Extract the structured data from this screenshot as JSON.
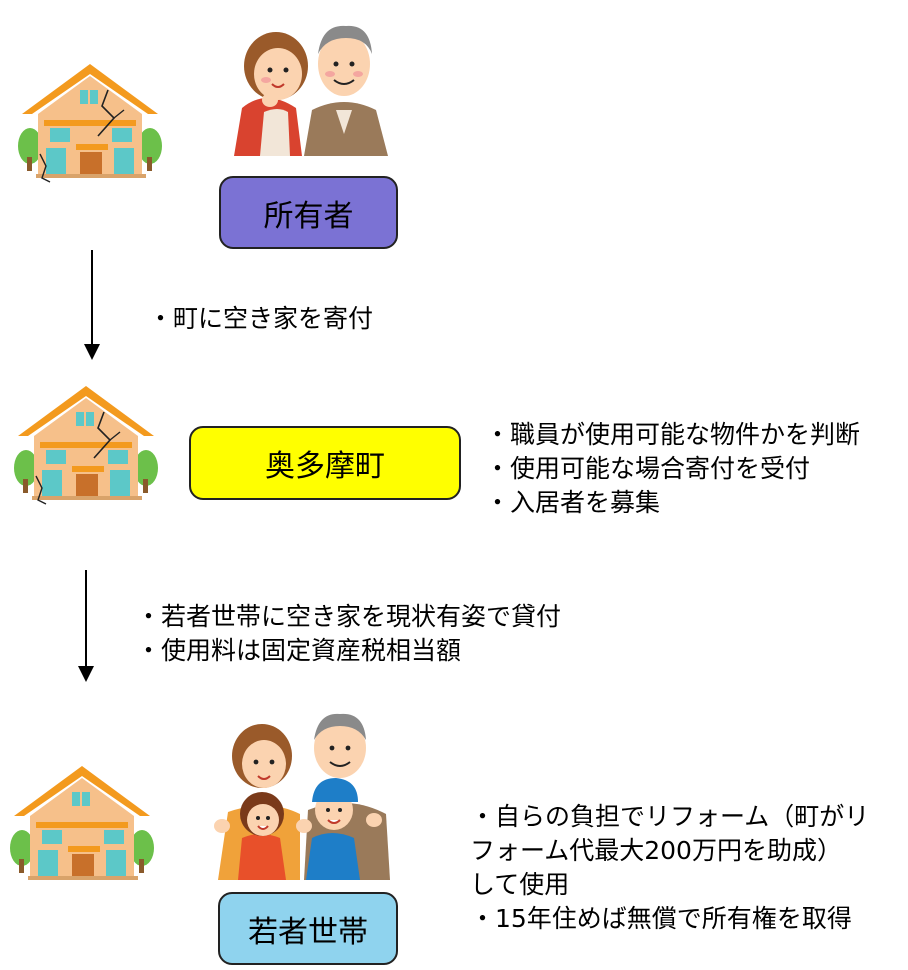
{
  "stages": [
    {
      "box_label": "所有者",
      "box_color": "#7b72d4"
    },
    {
      "box_label": "奥多摩町",
      "box_color": "#ffff00"
    },
    {
      "box_label": "若者世帯",
      "box_color": "#8fd3ee"
    }
  ],
  "transitions": [
    {
      "lines": [
        "・町に空き家を寄付"
      ]
    },
    {
      "lines": [
        "・若者世帯に空き家を現状有姿で貸付",
        "・使用料は固定資産税相当額"
      ]
    }
  ],
  "notes": {
    "town": [
      "・職員が使用可能な物件かを判断",
      "・使用可能な場合寄付を受付",
      "・入居者を募集"
    ],
    "household": [
      "・自らの負担でリフォーム（町がリ",
      "フォーム代最大200万円を助成）",
      "して使用",
      "・15年住めば無償で所有権を取得"
    ]
  },
  "icons": [
    "house-icon",
    "elderly-couple-icon",
    "family-icon",
    "arrow-down-icon"
  ],
  "colors": {
    "house_wall": "#f6c08a",
    "roof": "#f39a1e",
    "window": "#5cc8c8",
    "door": "#c8702a",
    "tree": "#6cc04a"
  }
}
